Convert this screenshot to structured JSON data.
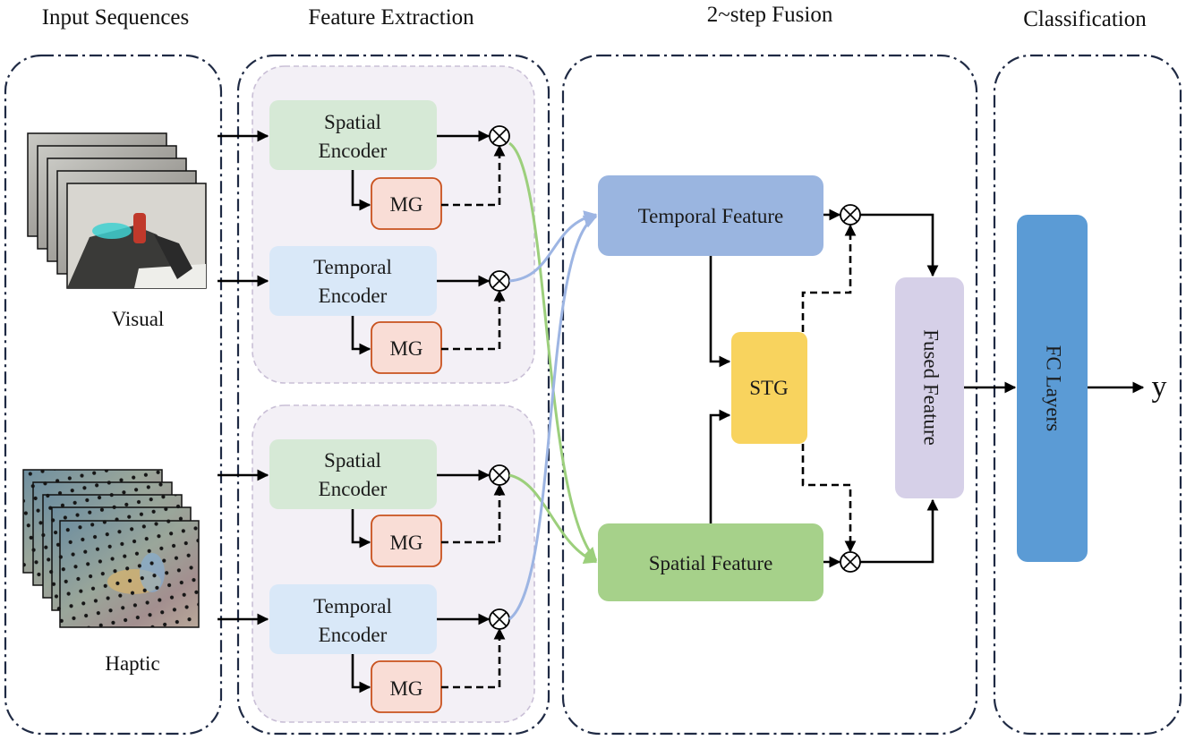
{
  "headers": {
    "input": "Input Sequences",
    "extraction": "Feature Extraction",
    "fusion": "2~step Fusion",
    "classification": "Classification"
  },
  "inputs": {
    "visual": "Visual",
    "haptic": "Haptic"
  },
  "encoders": {
    "spatial": [
      "Spatial",
      "Encoder"
    ],
    "temporal": [
      "Temporal",
      "Encoder"
    ],
    "gate": "MG"
  },
  "fusion": {
    "temporal_feature": "Temporal Feature",
    "spatial_feature": "Spatial Feature",
    "stg": "STG",
    "fused": "Fused Feature"
  },
  "classifier": {
    "fc": "FC Layers",
    "output": "y"
  },
  "colors": {
    "spatial_encoder": "#d6e9d6",
    "temporal_encoder": "#d9e8f8",
    "mg_fill": "#f9ddd6",
    "mg_stroke": "#c9521e",
    "temporal_feature": "#9ab5e0",
    "spatial_feature": "#a6d18a",
    "stg": "#f8d35e",
    "fused": "#d6d0e8",
    "fc": "#5b9bd5",
    "green_arrow": "#9ccf7c",
    "blue_arrow": "#9db5e3"
  }
}
